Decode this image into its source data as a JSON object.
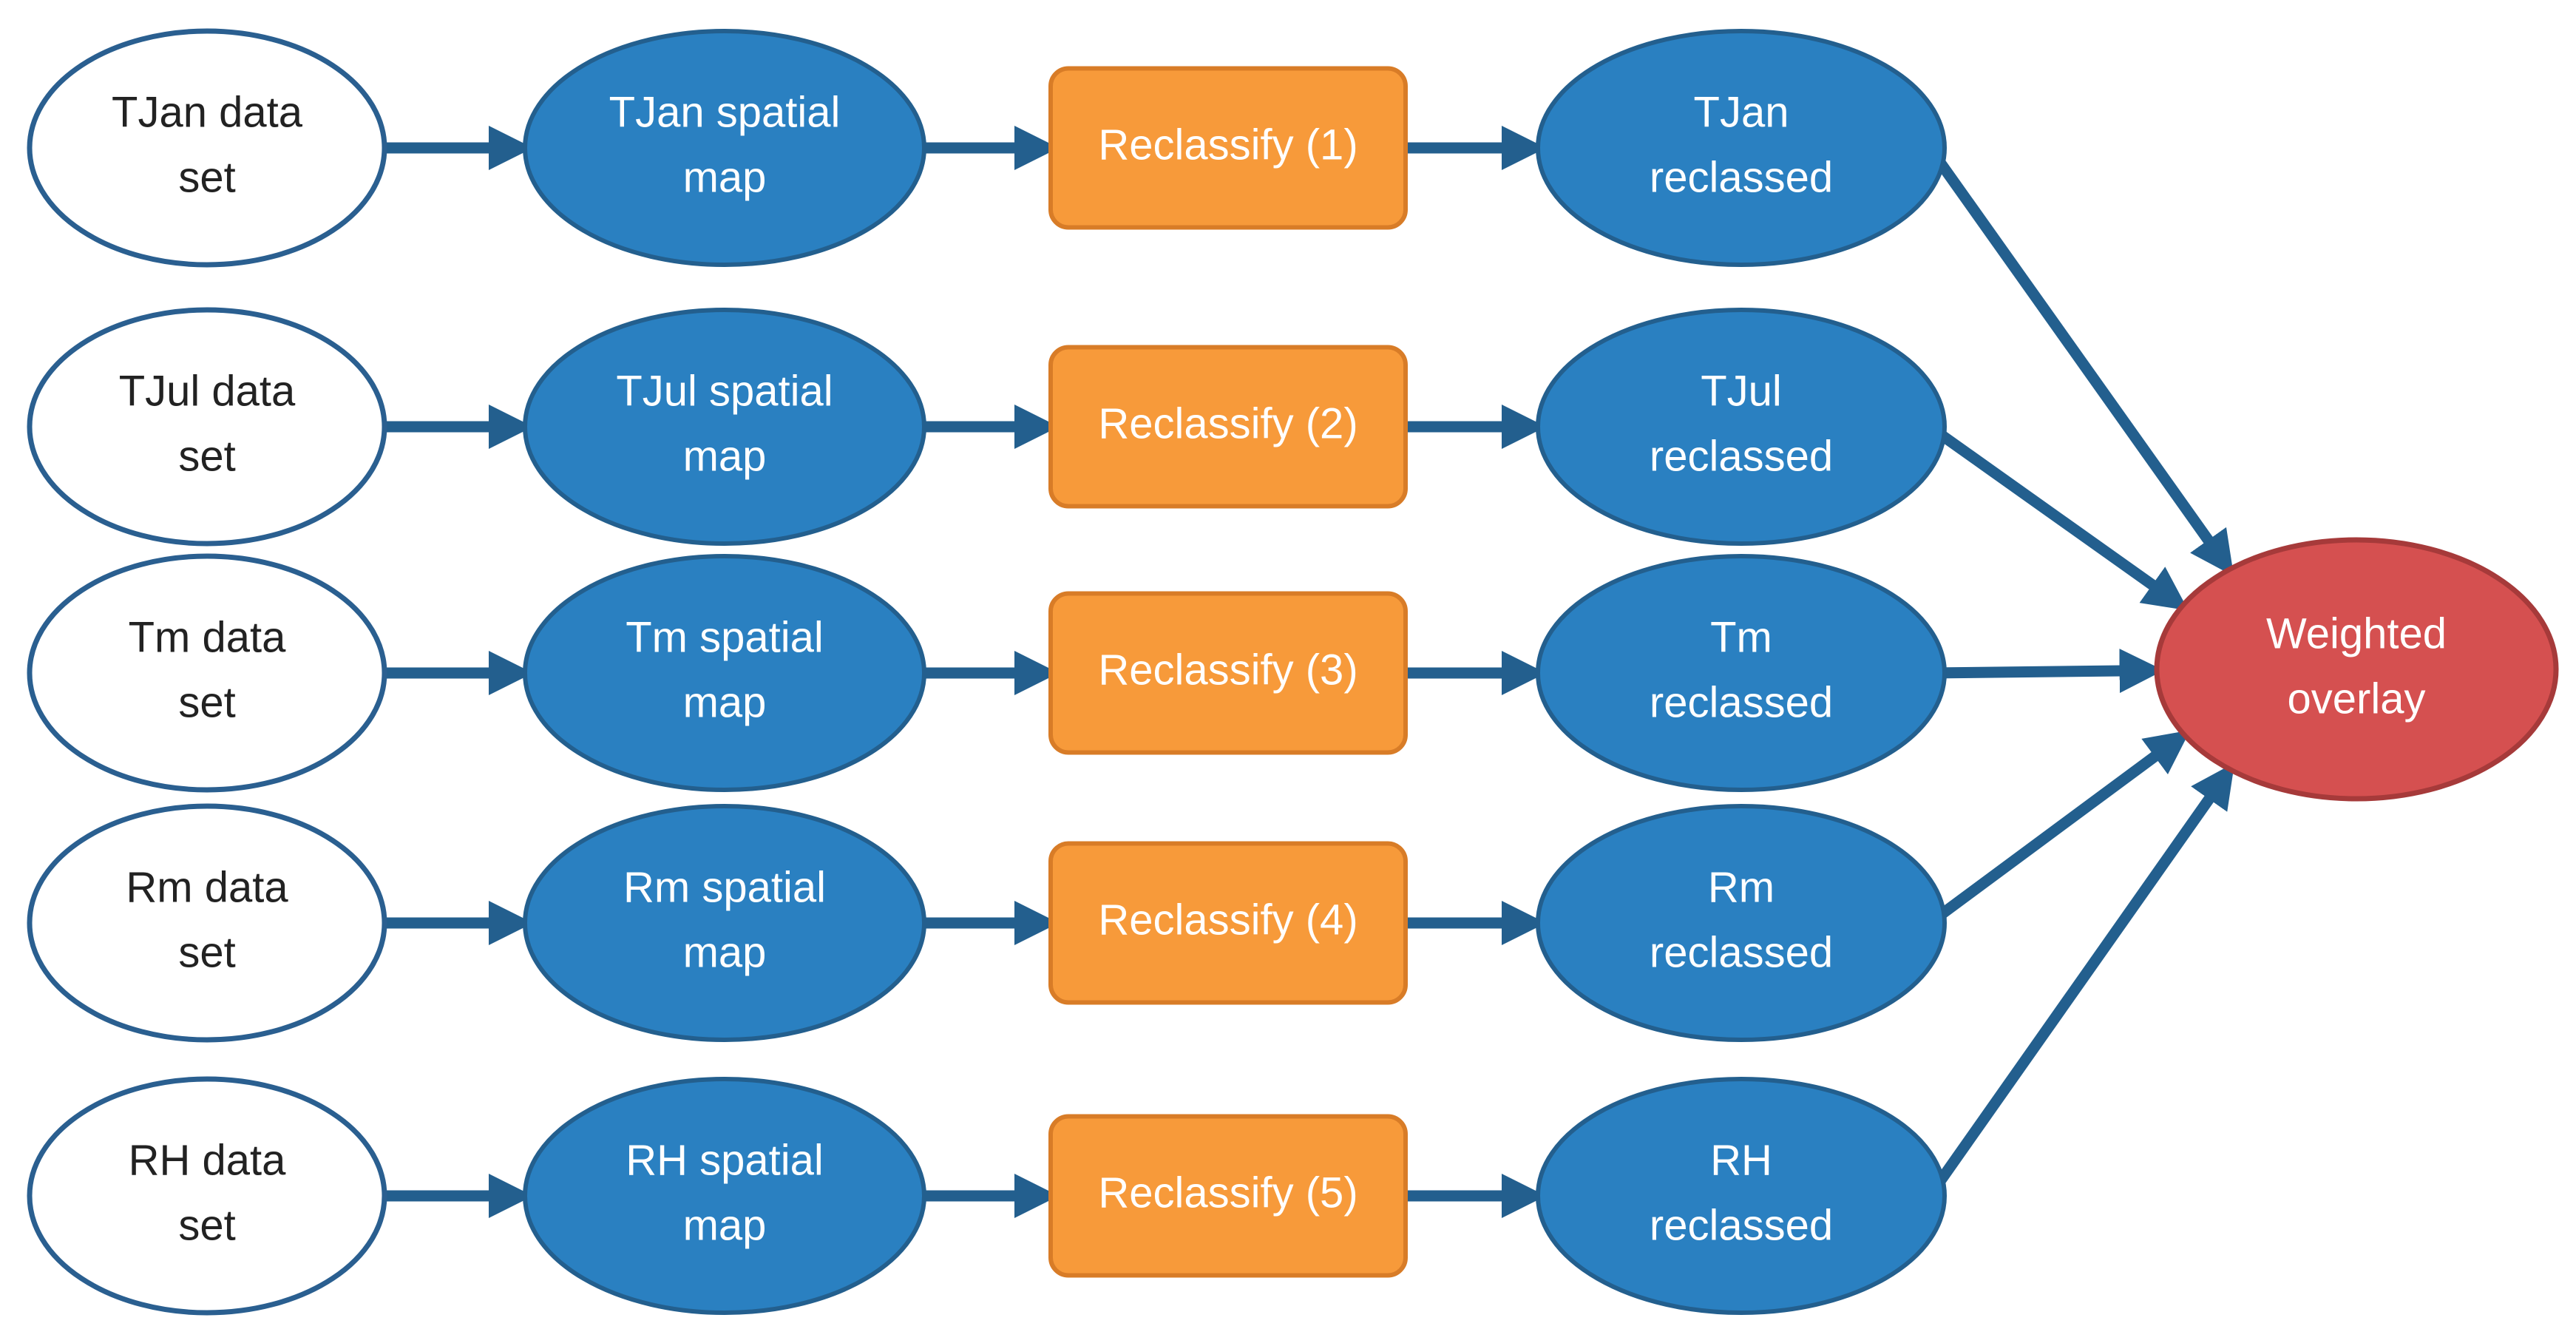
{
  "colors": {
    "dataset_fill": "#ffffff",
    "dataset_stroke": "#2a5f90",
    "map_fill": "#2a80c1",
    "map_stroke": "#235f8e",
    "reclassify_fill": "#f79a3a",
    "reclassify_stroke": "#d87c27",
    "reclassed_fill": "#2a80c1",
    "overlay_fill": "#d55050",
    "overlay_stroke": "#a63a3a",
    "arrow": "#235f8e"
  },
  "rows": [
    {
      "dataset": [
        "TJan data",
        "set"
      ],
      "map": [
        "TJan spatial",
        "map"
      ],
      "reclassify": "Reclassify (1)",
      "reclassed": [
        "TJan",
        "reclassed"
      ]
    },
    {
      "dataset": [
        "TJul data",
        "set"
      ],
      "map": [
        "TJul spatial",
        "map"
      ],
      "reclassify": "Reclassify (2)",
      "reclassed": [
        "TJul",
        "reclassed"
      ]
    },
    {
      "dataset": [
        "Tm data",
        "set"
      ],
      "map": [
        "Tm spatial",
        "map"
      ],
      "reclassify": "Reclassify (3)",
      "reclassed": [
        "Tm",
        "reclassed"
      ]
    },
    {
      "dataset": [
        "Rm data",
        "set"
      ],
      "map": [
        "Rm spatial",
        "map"
      ],
      "reclassify": "Reclassify (4)",
      "reclassed": [
        "Rm",
        "reclassed"
      ]
    },
    {
      "dataset": [
        "RH data",
        "set"
      ],
      "map": [
        "RH spatial",
        "map"
      ],
      "reclassify": "Reclassify (5)",
      "reclassed": [
        "RH",
        "reclassed"
      ]
    }
  ],
  "overlay": [
    "Weighted",
    "overlay"
  ]
}
